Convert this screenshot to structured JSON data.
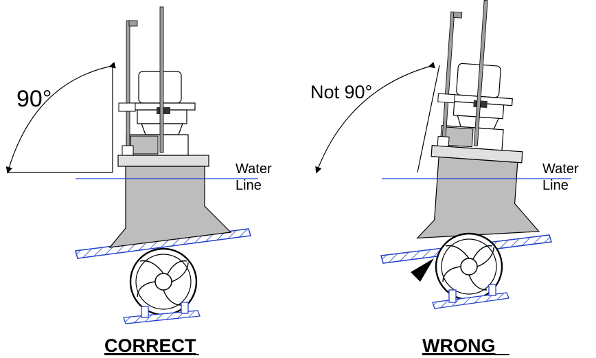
{
  "correct": {
    "angle_label": "90°",
    "water_label_line1": "Water",
    "water_label_line2": "Line",
    "caption": "CORRECT"
  },
  "wrong": {
    "angle_label": "Not 90°",
    "water_label_line1": "Water",
    "water_label_line2": "Line",
    "caption": "WRONG"
  },
  "colors": {
    "water_line": "#1f3fd6",
    "hull_hatch": "#2040c8",
    "housing_gray": "#bdbdbd",
    "outline": "#000000"
  },
  "icons": [
    "thruster-motor-icon",
    "propeller-icon",
    "pointer-arrow-icon"
  ]
}
